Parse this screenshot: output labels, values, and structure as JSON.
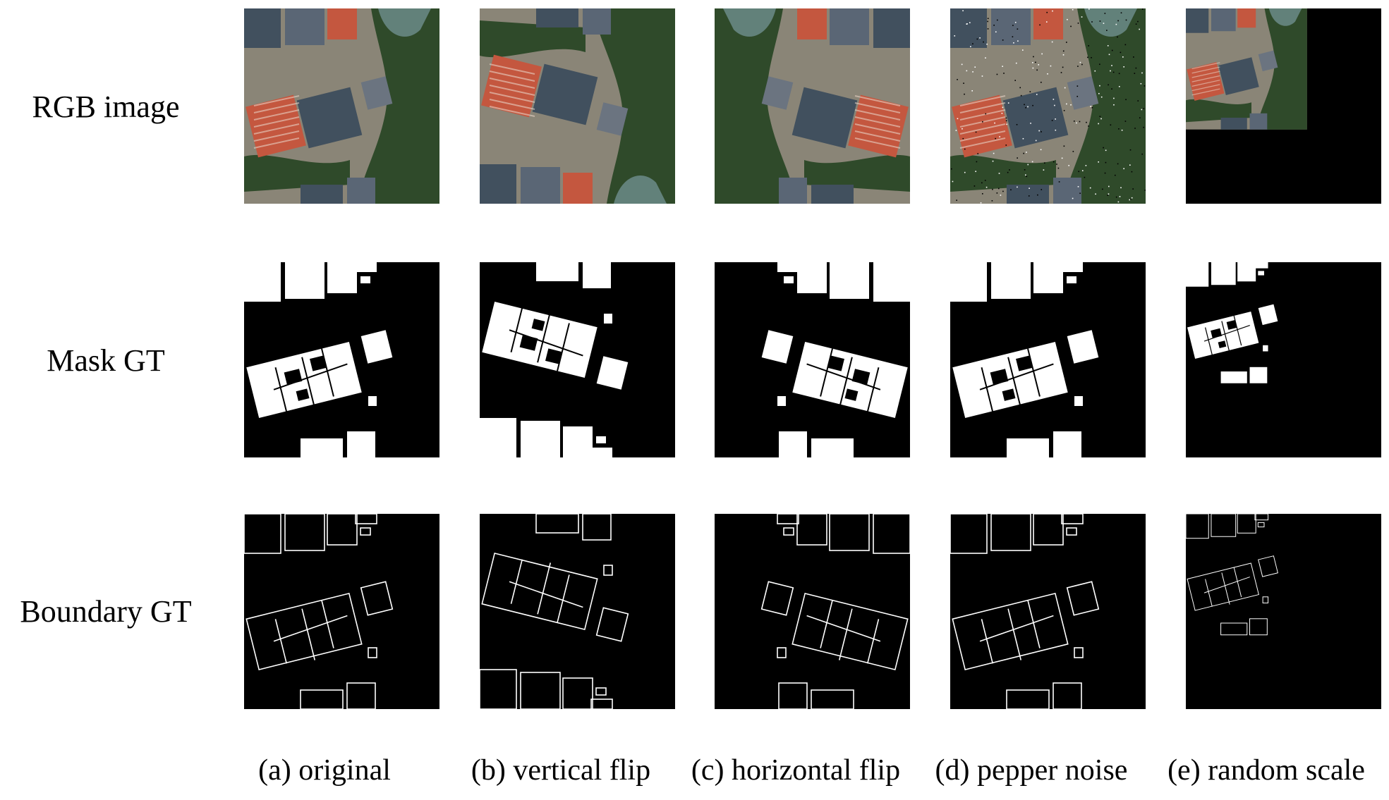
{
  "rows": [
    "RGB image",
    "Mask GT",
    "Boundary GT"
  ],
  "columns": [
    "(a) original",
    "(b) vertical flip",
    "(c) horizontal flip",
    "(d) pepper noise",
    "(e) random scale"
  ],
  "colors": {
    "background": "#ffffff",
    "mask_background": "#000000",
    "building": "#ffffff",
    "vegetation": "#2f4a2a",
    "roof_red": "#c4573f",
    "roof_blue": "#41505e",
    "water": "#6f8f8f"
  }
}
